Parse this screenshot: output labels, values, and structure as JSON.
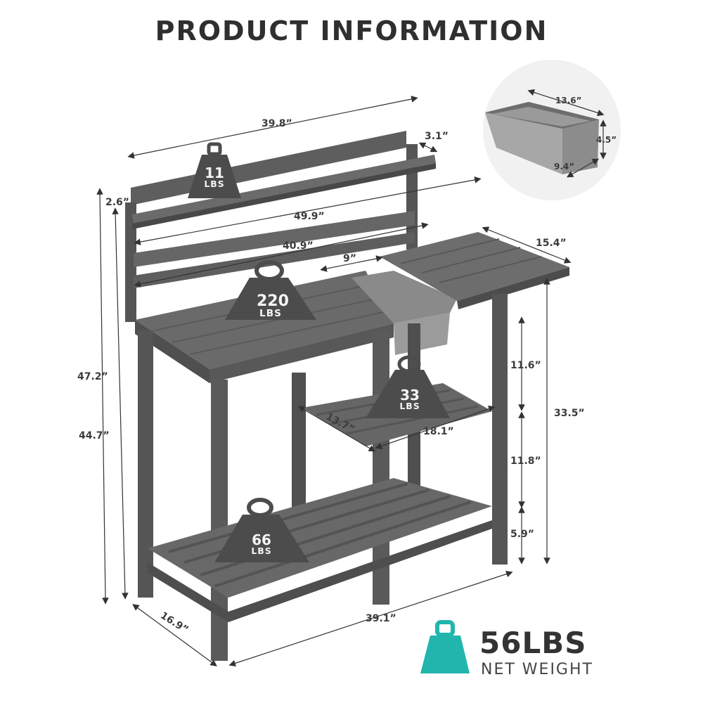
{
  "title": "PRODUCT INFORMATION",
  "dimensions": {
    "overall_width": "39.8”",
    "backboard_depth": "3.1”",
    "shelf_thickness": "2.6”",
    "total_width": "49.9”",
    "inner_width": "40.9”",
    "sink_gap": "9”",
    "side_table_depth": "15.4”",
    "total_height": "47.2”",
    "shelf_height": "44.7”",
    "tier1_gap": "11.6”",
    "tier2_gap": "11.8”",
    "bottom_clearance": "5.9”",
    "table_height": "33.5”",
    "mid_shelf_depth": "13.7”",
    "mid_shelf_width": "18.1”",
    "depth": "16.9”",
    "base_width": "39.1”"
  },
  "sink": {
    "length": "13.6”",
    "height": "4.5”",
    "width": "9.4”"
  },
  "loads": {
    "top_shelf": {
      "value": "11",
      "unit": "LBS"
    },
    "tabletop": {
      "value": "220",
      "unit": "LBS"
    },
    "middle_shelf": {
      "value": "33",
      "unit": "LBS"
    },
    "bottom_shelf": {
      "value": "66",
      "unit": "LBS"
    }
  },
  "net_weight": {
    "value": "56LBS",
    "label": "NET WEIGHT"
  },
  "colors": {
    "wood": "#5b5b5b",
    "wood_light": "#7a7a7a",
    "accent": "#22b5ad",
    "weight": "#4c4c4c"
  }
}
